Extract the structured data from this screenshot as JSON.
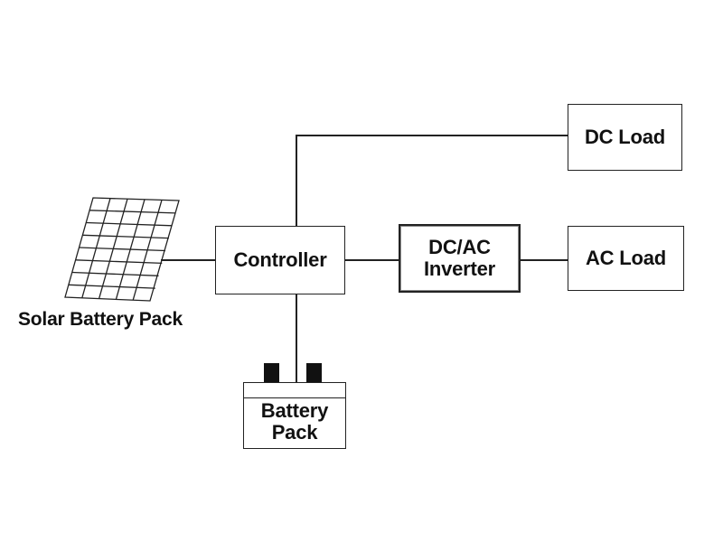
{
  "diagram": {
    "solar_panel": {
      "label": "Solar Battery Pack",
      "icon": "solar-panel-icon"
    },
    "controller": {
      "label": "Controller"
    },
    "inverter": {
      "line1": "DC/AC",
      "line2": "Inverter"
    },
    "dc_load": {
      "label": "DC Load"
    },
    "ac_load": {
      "label": "AC Load"
    },
    "battery": {
      "line1": "Battery",
      "line2": "Pack",
      "icon": "battery-icon"
    },
    "colors": {
      "line": "#222222",
      "background": "#ffffff"
    }
  }
}
